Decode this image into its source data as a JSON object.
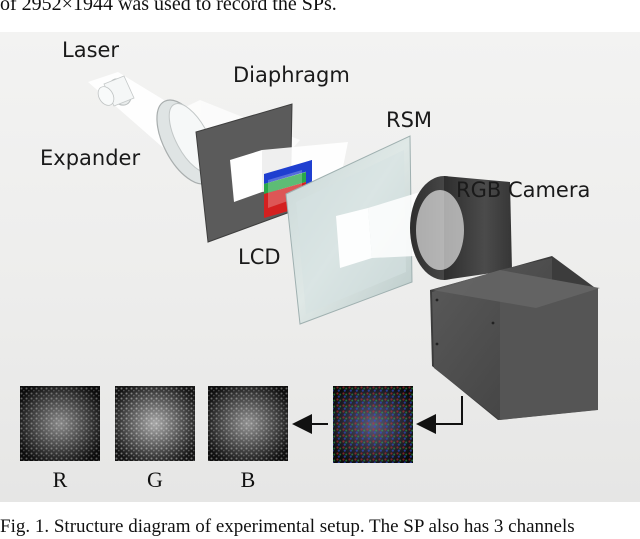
{
  "caption": {
    "top_line": "of 2952×1944 was used to record the SPs.",
    "bottom_line": "Fig. 1.    Structure diagram of experimental setup. The SP also has 3 channels"
  },
  "figure": {
    "labels": {
      "laser": "Laser",
      "diaphragm": "Diaphragm",
      "rsm": "RSM",
      "expander": "Expander",
      "rgb_camera": "RGB Camera",
      "lcd": "LCD"
    },
    "channels": [
      "R",
      "G",
      "B"
    ],
    "colors": {
      "lcd_red": "#d42020",
      "lcd_green": "#2aa84a",
      "lcd_blue": "#1f3fd0",
      "camera_body": "#4a4a4a"
    }
  }
}
